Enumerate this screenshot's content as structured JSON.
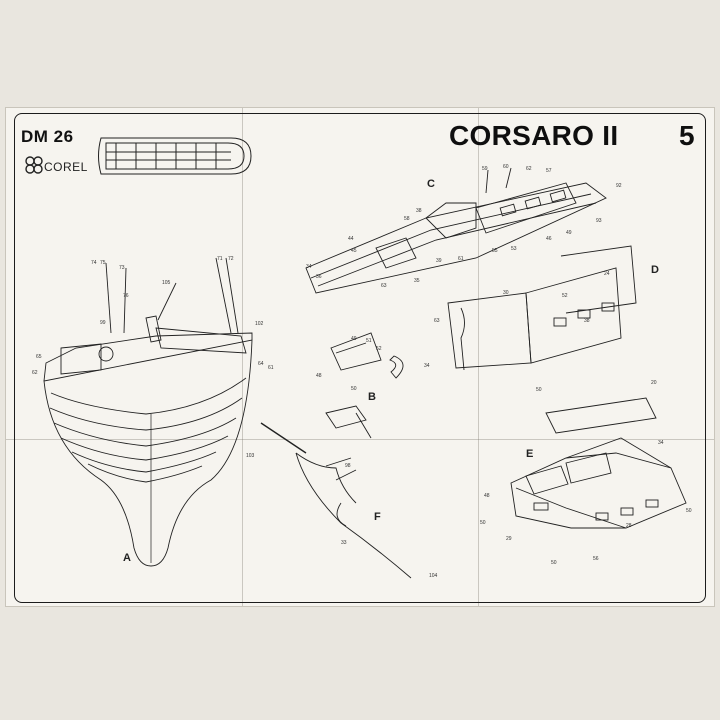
{
  "header": {
    "model_code": "DM 26",
    "brand": "COREL",
    "title": "CORSARO II",
    "sheet_number": "5"
  },
  "callouts": {
    "a": "A",
    "b": "B",
    "c": "C",
    "d": "D",
    "e": "E",
    "f": "F"
  },
  "part_numbers": {
    "hull_view": [
      "74",
      "73",
      "71",
      "72",
      "75",
      "76",
      "105",
      "99",
      "102",
      "64",
      "61",
      "65",
      "62"
    ],
    "assembly_c": [
      "59",
      "60",
      "62",
      "57",
      "92",
      "93",
      "34",
      "36",
      "44",
      "45",
      "58",
      "38",
      "39",
      "61",
      "55",
      "53",
      "46",
      "49",
      "63",
      "35"
    ],
    "detail_b": [
      "49",
      "51",
      "52",
      "48",
      "50",
      "34"
    ],
    "cabin_d": [
      "30",
      "24",
      "63",
      "50",
      "52",
      "38",
      "20"
    ],
    "cabin_e": [
      "34",
      "48",
      "50",
      "29",
      "50",
      "56",
      "50",
      "28"
    ],
    "rudder_f": [
      "103",
      "98",
      "33",
      "104"
    ]
  }
}
